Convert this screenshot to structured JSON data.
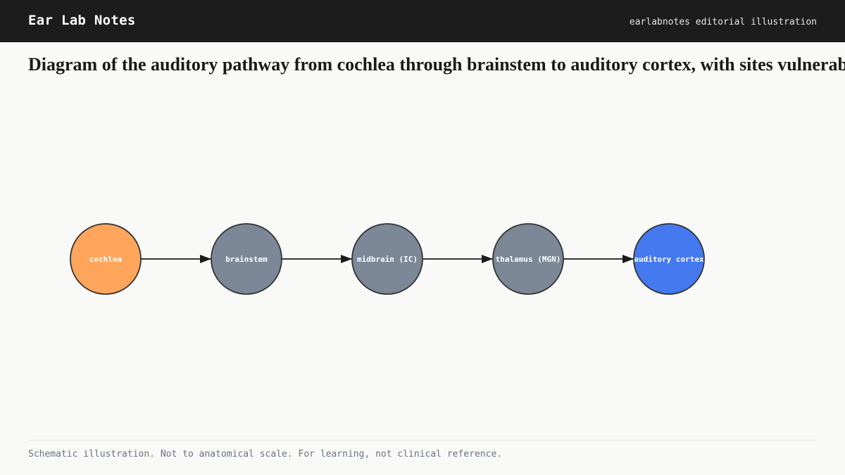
{
  "header": {
    "brand": "Ear Lab Notes",
    "tagline": "earlabnotes editorial illustration"
  },
  "title": "Diagram of the auditory pathway from cochlea through brainstem to auditory cortex, with sites vulnerab",
  "diagram": {
    "nodes": [
      {
        "id": "cochlea",
        "label": "cochlea",
        "color": "#ffa55c"
      },
      {
        "id": "brainstem",
        "label": "brainstem",
        "color": "#7c8898"
      },
      {
        "id": "midbrain",
        "label": "midbrain (IC)",
        "color": "#7c8898"
      },
      {
        "id": "thalamus",
        "label": "thalamus (MGN)",
        "color": "#7c8898"
      },
      {
        "id": "cortex",
        "label": "auditory cortex",
        "color": "#4579ef"
      }
    ],
    "edges": [
      {
        "from": "cochlea",
        "to": "brainstem"
      },
      {
        "from": "brainstem",
        "to": "midbrain"
      },
      {
        "from": "midbrain",
        "to": "thalamus"
      },
      {
        "from": "thalamus",
        "to": "cortex"
      }
    ],
    "stroke_color": "#333333",
    "arrow_color": "#1a1a1a"
  },
  "footer": {
    "note": "Schematic illustration. Not to anatomical scale. For learning, not clinical reference."
  }
}
